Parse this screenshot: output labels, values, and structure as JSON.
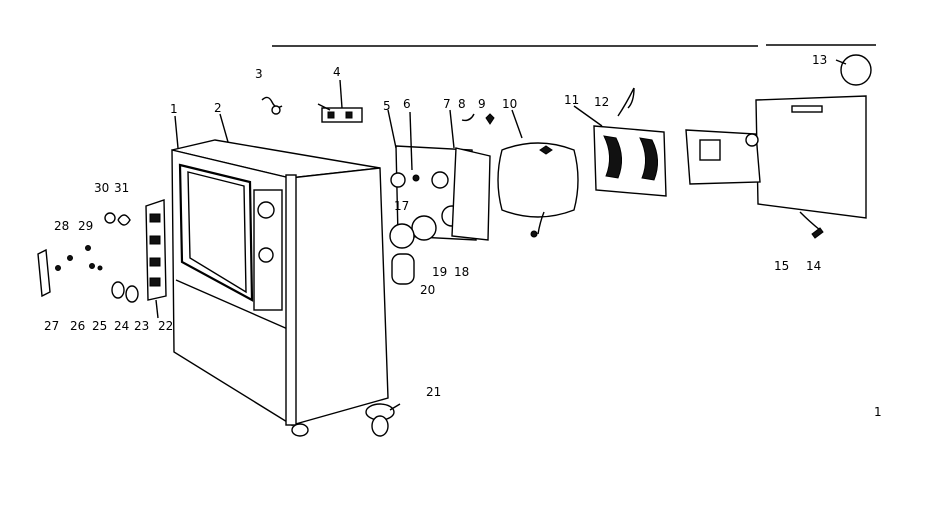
{
  "diagram": {
    "callouts": [
      "1",
      "2",
      "3",
      "4",
      "5",
      "6",
      "7",
      "8",
      "9",
      "10",
      "11",
      "12",
      "13",
      "14",
      "15",
      "17",
      "18",
      "19",
      "20",
      "21",
      "22",
      "23",
      "24",
      "25",
      "26",
      "27",
      "28",
      "29",
      "30",
      "31"
    ],
    "side_mark": "1"
  }
}
